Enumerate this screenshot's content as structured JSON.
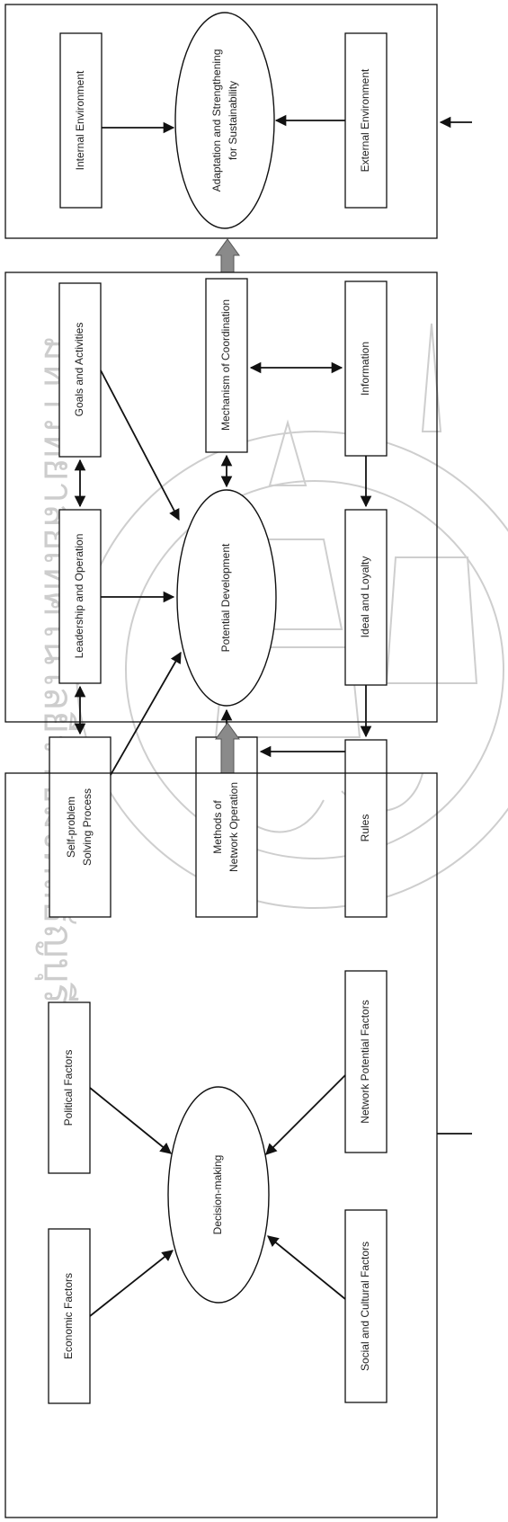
{
  "watermark": {
    "text": "มหาวิทยาลัยเทคโนโลยีราชมงคลธัญบุรี"
  },
  "sections": {
    "top": {
      "internal_environment": "Internal Environment",
      "adaptation_line1": "Adaptation and Strengthening",
      "adaptation_line2": "for Sustainability",
      "external_environment": "External Environment"
    },
    "middle": {
      "goals_and_activities": "Goals and Activities",
      "mechanism_of_coordination": "Mechanism of Coordination",
      "information": "Information",
      "leadership_and_operation": "Leadership and Operation",
      "potential_development": "Potential Development",
      "ideal_and_loyalty": "Ideal and Loyalty",
      "self_problem_line1": "Self-problem",
      "self_problem_line2": "Solving Process",
      "methods_line1": "Methods of",
      "methods_line2": "Network Operation",
      "rules": "Rules"
    },
    "bottom": {
      "political_factors": "Political Factors",
      "network_potential_factors": "Network Potential Factors",
      "decision_making": "Decision-making",
      "economic_factors": "Economic Factors",
      "social_and_cultural_factors": "Social and Cultural Factors"
    }
  }
}
